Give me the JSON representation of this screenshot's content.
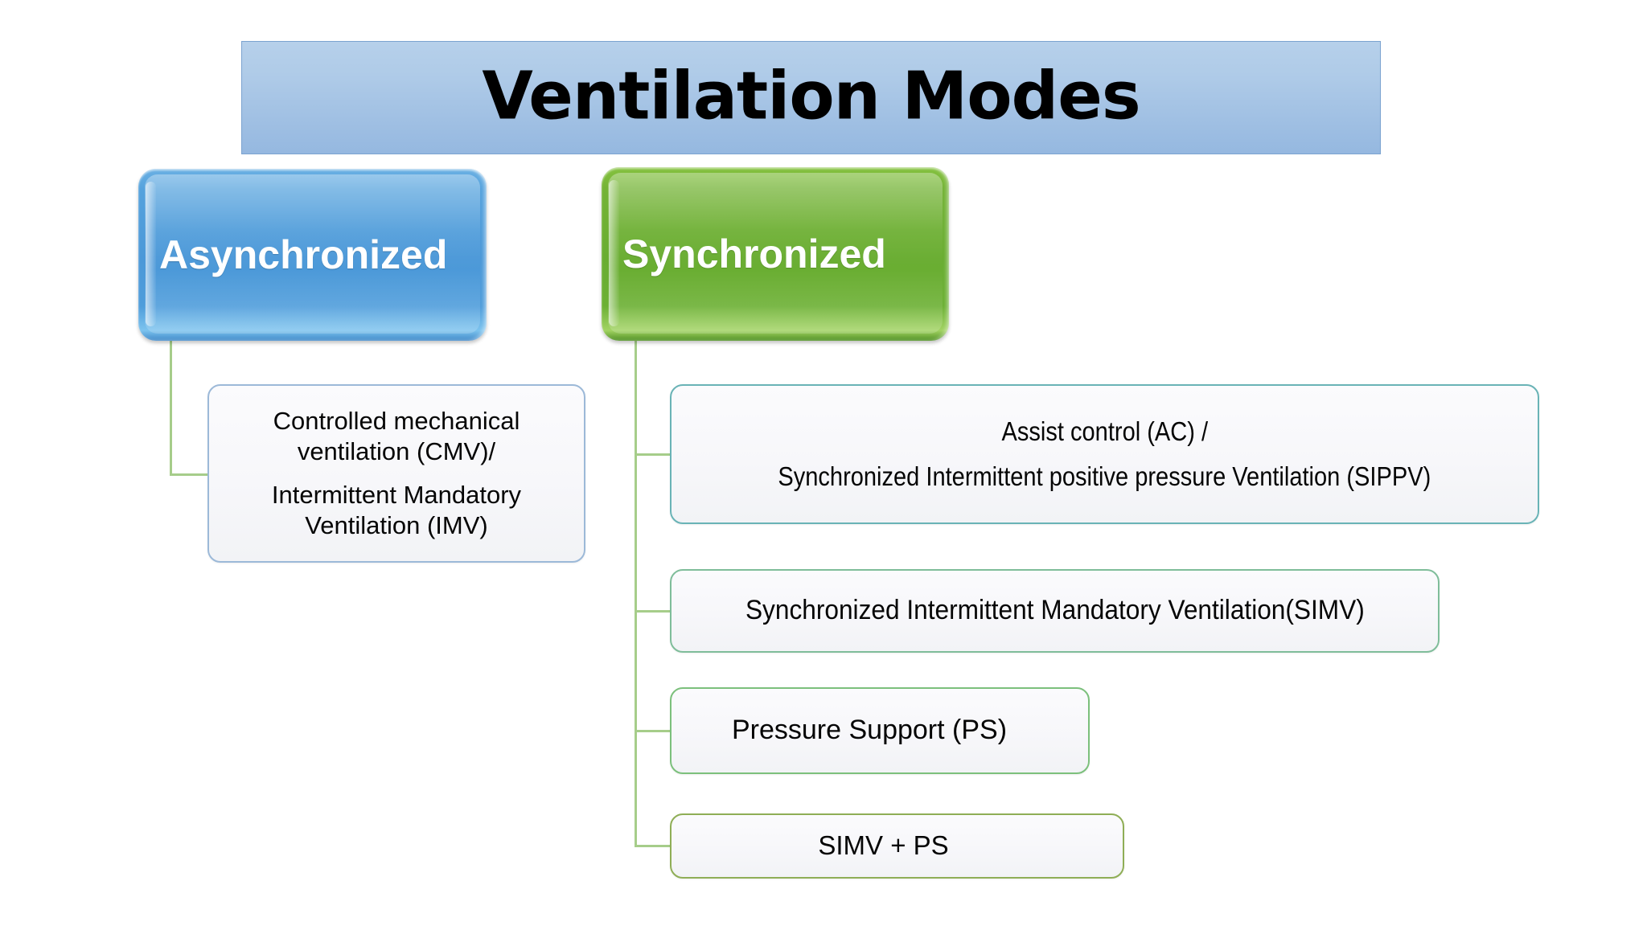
{
  "title": {
    "text": "Ventilation Modes",
    "banner_gradient_top": "#b6d0ea",
    "banner_gradient_bottom": "#95b8e0",
    "banner_border": "#7ba3d0",
    "text_color": "#000000"
  },
  "branches": [
    {
      "id": "asynchronized",
      "label": "Asynchronized",
      "fill": "#4b98d8",
      "text_color": "#ffffff",
      "children": [
        {
          "id": "cmv-imv",
          "line1": "Controlled mechanical",
          "line2": "ventilation (CMV)/",
          "line3": "Intermittent Mandatory",
          "line4": "Ventilation (IMV)",
          "border": "#9cb9d8"
        }
      ]
    },
    {
      "id": "synchronized",
      "label": "Synchronized",
      "fill": "#69ad31",
      "text_color": "#ffffff",
      "children": [
        {
          "id": "ac-sippv",
          "line1": "Assist control (AC) /",
          "line2": "Synchronized Intermittent positive pressure  Ventilation (SIPPV)",
          "border": "#69b3b6"
        },
        {
          "id": "simv",
          "line1": "Synchronized Intermittent Mandatory Ventilation(SIMV)",
          "border": "#7fbd9a"
        },
        {
          "id": "ps",
          "line1": "Pressure Support (PS)",
          "border": "#7cc07c"
        },
        {
          "id": "simv-plus-ps",
          "line1": "SIMV + PS",
          "border": "#8fae56"
        }
      ]
    }
  ],
  "connector_color": "#a6cd8a"
}
